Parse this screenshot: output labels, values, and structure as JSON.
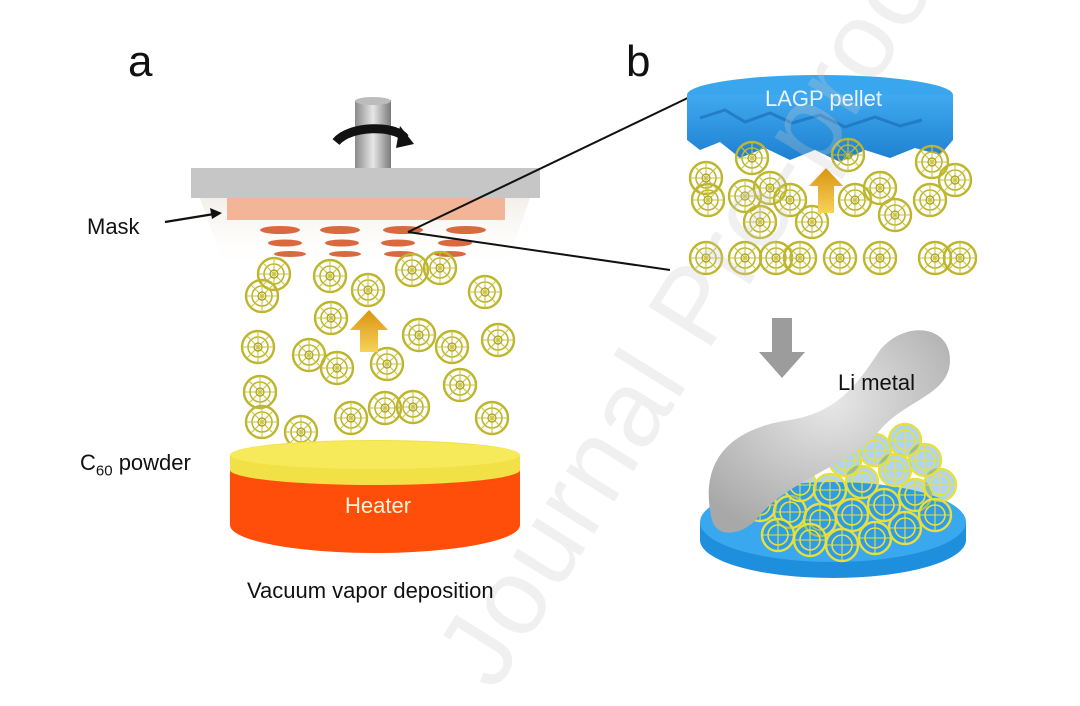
{
  "figure": {
    "panels": [
      {
        "id": "a",
        "label": "a",
        "caption": "Vacuum vapor deposition",
        "labels": {
          "mask": "Mask",
          "powder_main": "C",
          "powder_sub": "60",
          "powder_suffix": " powder",
          "heater": "Heater"
        }
      },
      {
        "id": "b",
        "label": "b",
        "labels": {
          "pellet": "LAGP pellet",
          "li_metal": "Li metal"
        }
      }
    ],
    "watermark": "Journal Pre-proof",
    "colors": {
      "c60": "#c8c23a",
      "heater": "#ff4a0a",
      "powder": "#f2e34a",
      "mask": "#f2b08f",
      "mask_holes": "#d9643a",
      "plate": "#c8c8c8",
      "lagp": "#2a9ee8",
      "li_metal": "#cfcfcf",
      "arrow_up": "#e6a820",
      "arrow_down": "#9a9a9a"
    }
  }
}
